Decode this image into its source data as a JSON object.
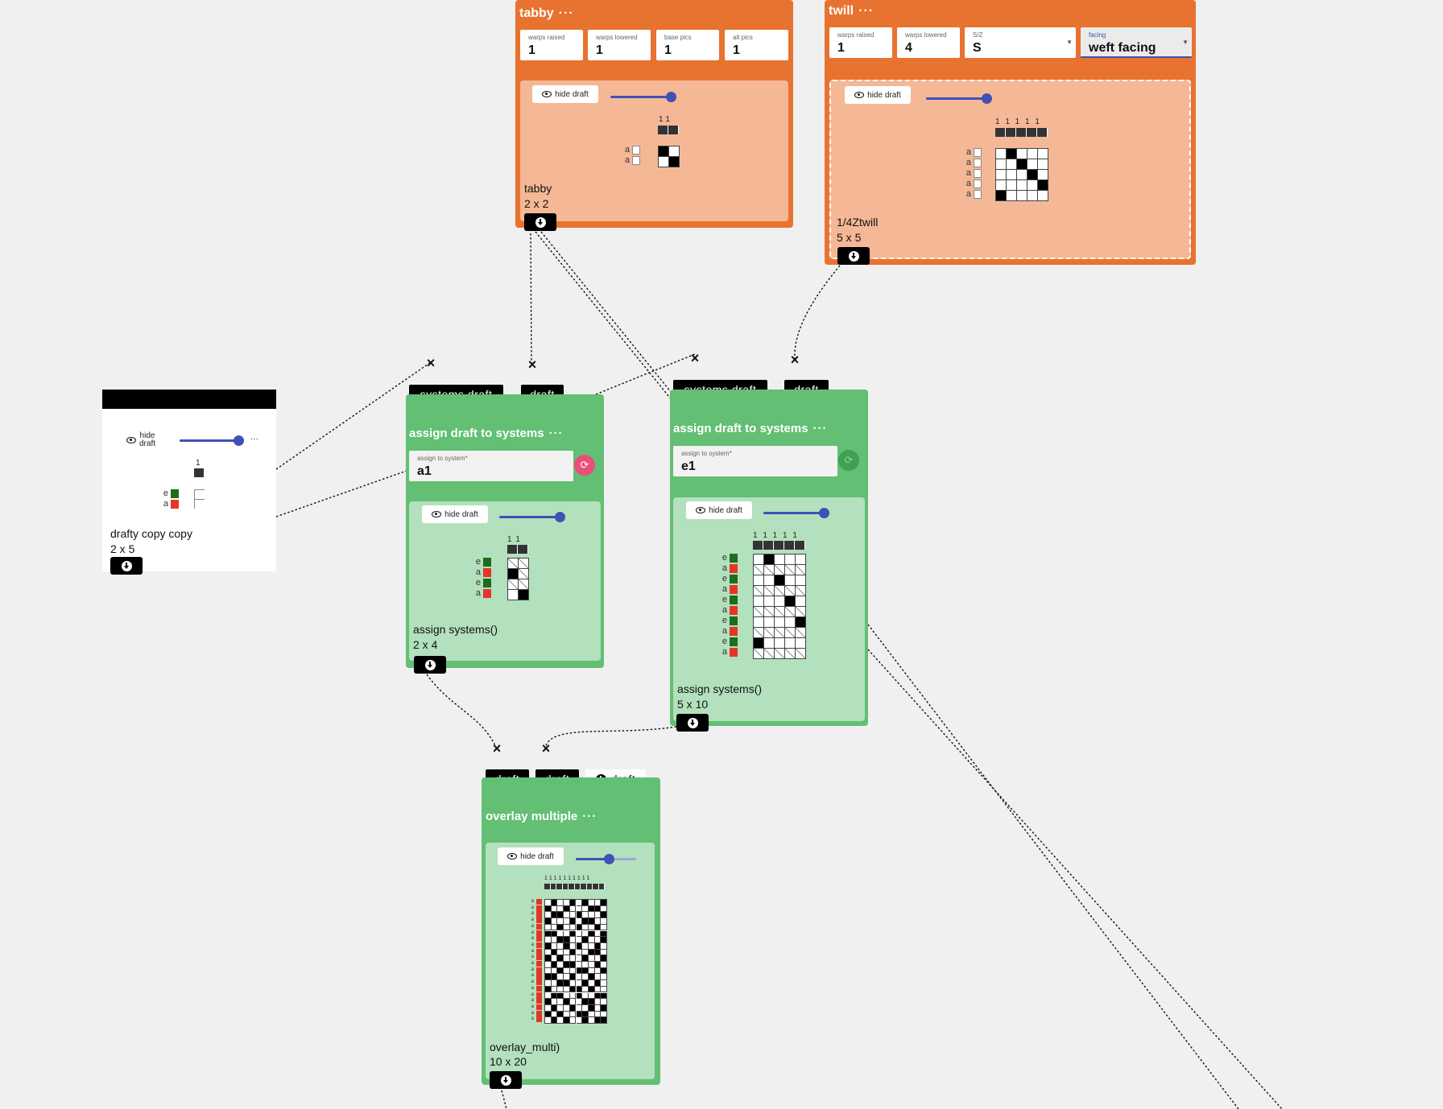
{
  "colors": {
    "orange": "#e8722f",
    "green": "#62bf73",
    "slider": "#3f51b5",
    "system_e": "#1b6e1b",
    "system_a": "#e53527",
    "refresh_active": "#e8507a",
    "refresh_inactive": "#3f9f52"
  },
  "common": {
    "hide_draft": "hide draft",
    "hide_draft_wrapped": "hide\ndraft",
    "more": "···"
  },
  "tabby": {
    "title": "tabby",
    "params": [
      {
        "label": "warps raised",
        "value": "1"
      },
      {
        "label": "warps lowered",
        "value": "1"
      },
      {
        "label": "base pics",
        "value": "1"
      },
      {
        "label": "alt pics",
        "value": "1"
      }
    ],
    "draft_name": "tabby",
    "draft_size": "2 x 2",
    "top_numbers": "1 1",
    "systems": [
      "a",
      "a"
    ],
    "grid": {
      "cols": 2,
      "rows": 2,
      "cells": [
        [
          1,
          0
        ],
        [
          0,
          1
        ]
      ]
    },
    "slider": 1.0
  },
  "twill": {
    "title": "twill",
    "params": [
      {
        "label": "warps raised",
        "value": "1"
      },
      {
        "label": "warps lowered",
        "value": "4"
      },
      {
        "label": "S/Z",
        "value": "S"
      },
      {
        "label": "facing",
        "value": "weft facing"
      }
    ],
    "draft_name": "1/4Ztwill",
    "draft_size": "5 x 5",
    "top_numbers": "1 1 1 1 1",
    "systems": [
      "a",
      "a",
      "a",
      "a",
      "a"
    ],
    "grid": {
      "cols": 5,
      "rows": 5,
      "cells": [
        [
          0,
          1,
          0,
          0,
          0
        ],
        [
          0,
          0,
          1,
          0,
          0
        ],
        [
          0,
          0,
          0,
          1,
          0
        ],
        [
          0,
          0,
          0,
          0,
          1
        ],
        [
          1,
          0,
          0,
          0,
          0
        ]
      ]
    },
    "slider": 1.0
  },
  "drafty": {
    "draft_name": "drafty copy copy",
    "draft_size": "2 x 5",
    "top_numbers": "1",
    "systems": [
      {
        "l": "e",
        "c": "e"
      },
      {
        "l": "a",
        "c": "a"
      }
    ],
    "slider": 1.0
  },
  "assign_left": {
    "inlets": [
      "systems draft",
      "draft"
    ],
    "title": "assign draft to systems",
    "field_label": "assign to system*",
    "field_value": "a1",
    "draft_name": "assign systems()",
    "draft_size": "2 x 4",
    "top_numbers": "1 1",
    "systems": [
      "e",
      "a",
      "e",
      "a"
    ],
    "grid": {
      "cols": 2,
      "rows": 4,
      "cells": [
        [
          2,
          2
        ],
        [
          1,
          2
        ],
        [
          2,
          2
        ],
        [
          0,
          1
        ]
      ]
    },
    "slider": 1.0
  },
  "assign_right": {
    "inlets": [
      "systems draft",
      "draft"
    ],
    "title": "assign draft to systems",
    "field_label": "assign to system*",
    "field_value": "e1",
    "draft_name": "assign systems()",
    "draft_size": "5 x 10",
    "top_numbers": "1 1 1 1 1",
    "systems": [
      "e",
      "a",
      "e",
      "a",
      "e",
      "a",
      "e",
      "a",
      "e",
      "a"
    ],
    "grid": {
      "cols": 5,
      "rows": 10,
      "cells": [
        [
          0,
          1,
          0,
          0,
          0
        ],
        [
          2,
          2,
          2,
          2,
          2
        ],
        [
          0,
          0,
          1,
          0,
          0
        ],
        [
          2,
          2,
          2,
          2,
          2
        ],
        [
          0,
          0,
          0,
          1,
          0
        ],
        [
          2,
          2,
          2,
          2,
          2
        ],
        [
          0,
          0,
          0,
          0,
          1
        ],
        [
          2,
          2,
          2,
          2,
          2
        ],
        [
          1,
          0,
          0,
          0,
          0
        ],
        [
          2,
          2,
          2,
          2,
          2
        ]
      ]
    },
    "slider": 1.0
  },
  "overlay": {
    "inlets": [
      "draft",
      "draft",
      "draft"
    ],
    "title": "overlay multiple",
    "draft_name": "overlay_multi)",
    "draft_size": "10 x 20",
    "top_numbers": "1 1 1 1 1 1 1 1 1 1",
    "systems": [
      "a",
      "a",
      "a",
      "a",
      "a",
      "a",
      "a",
      "a",
      "a",
      "a",
      "a",
      "a",
      "a",
      "a",
      "a",
      "a",
      "a",
      "a",
      "a",
      "a"
    ],
    "grid": {
      "cols": 10,
      "rows": 20,
      "cells": [
        [
          0,
          1,
          0,
          0,
          1,
          0,
          1,
          0,
          0,
          1
        ],
        [
          1,
          0,
          0,
          1,
          0,
          0,
          0,
          1,
          1,
          0
        ],
        [
          0,
          1,
          1,
          0,
          0,
          1,
          0,
          0,
          0,
          1
        ],
        [
          1,
          0,
          0,
          0,
          1,
          0,
          1,
          1,
          0,
          0
        ],
        [
          0,
          0,
          1,
          0,
          0,
          1,
          0,
          0,
          1,
          0
        ],
        [
          1,
          1,
          0,
          0,
          1,
          0,
          0,
          1,
          0,
          1
        ],
        [
          0,
          0,
          1,
          1,
          0,
          0,
          1,
          0,
          0,
          1
        ],
        [
          1,
          0,
          0,
          1,
          0,
          1,
          0,
          0,
          1,
          0
        ],
        [
          0,
          1,
          0,
          0,
          1,
          0,
          0,
          1,
          1,
          0
        ],
        [
          1,
          0,
          1,
          0,
          0,
          0,
          1,
          0,
          0,
          1
        ],
        [
          0,
          1,
          0,
          1,
          1,
          0,
          0,
          0,
          1,
          0
        ],
        [
          0,
          0,
          1,
          0,
          0,
          1,
          1,
          0,
          0,
          1
        ],
        [
          1,
          1,
          0,
          0,
          1,
          0,
          0,
          1,
          0,
          0
        ],
        [
          0,
          0,
          1,
          1,
          0,
          0,
          1,
          0,
          1,
          0
        ],
        [
          1,
          0,
          0,
          0,
          1,
          1,
          0,
          1,
          0,
          0
        ],
        [
          0,
          1,
          1,
          0,
          0,
          1,
          0,
          0,
          1,
          1
        ],
        [
          1,
          0,
          0,
          1,
          0,
          0,
          1,
          1,
          0,
          0
        ],
        [
          0,
          1,
          0,
          0,
          1,
          0,
          0,
          1,
          0,
          1
        ],
        [
          1,
          0,
          1,
          0,
          0,
          1,
          1,
          0,
          0,
          0
        ],
        [
          0,
          1,
          0,
          1,
          0,
          0,
          1,
          0,
          1,
          1
        ]
      ]
    },
    "slider": 0.55
  }
}
